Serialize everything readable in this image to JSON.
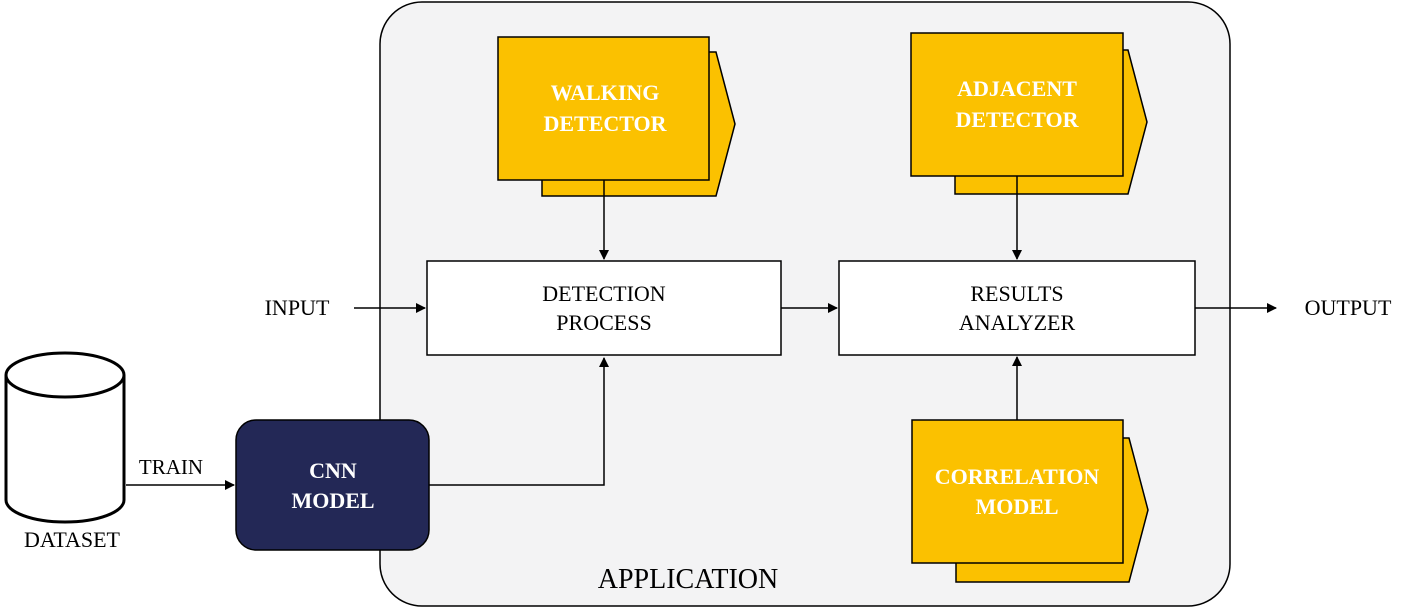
{
  "container": {
    "label": "APPLICATION"
  },
  "dataset": {
    "label": "DATASET"
  },
  "edges": {
    "train": "TRAIN",
    "input": "INPUT",
    "output": "OUTPUT"
  },
  "cnn_model": {
    "line1": "CNN",
    "line2": "MODEL"
  },
  "detection_process": {
    "line1": "DETECTION",
    "line2": "PROCESS"
  },
  "results_analyzer": {
    "line1": "RESULTS",
    "line2": "ANALYZER"
  },
  "walking_detector": {
    "line1": "WALKING",
    "line2": "DETECTOR"
  },
  "adjacent_detector": {
    "line1": "ADJACENT",
    "line2": "DETECTOR"
  },
  "correlation_model": {
    "line1": "CORRELATION",
    "line2": "MODEL"
  },
  "colors": {
    "container_fill": "#f3f3f4",
    "module_fill": "#fbc100",
    "cnn_fill": "#232856",
    "stroke": "#000000"
  }
}
